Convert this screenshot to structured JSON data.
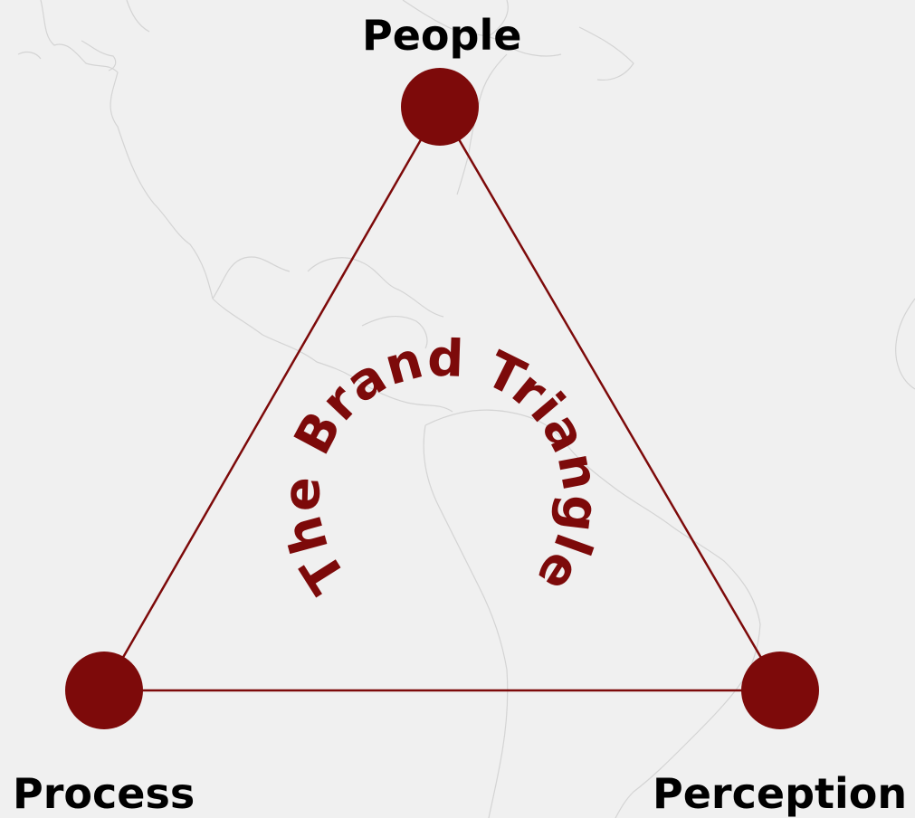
{
  "diagram": {
    "title": "The Brand Triangle",
    "vertices": {
      "top": "People",
      "bottom_left": "Process",
      "bottom_right": "Perception"
    }
  },
  "colors": {
    "background": "#f0f0f0",
    "accent": "#7d0a0a",
    "map_lines": "#d4d4d4",
    "label_text": "#000000"
  }
}
